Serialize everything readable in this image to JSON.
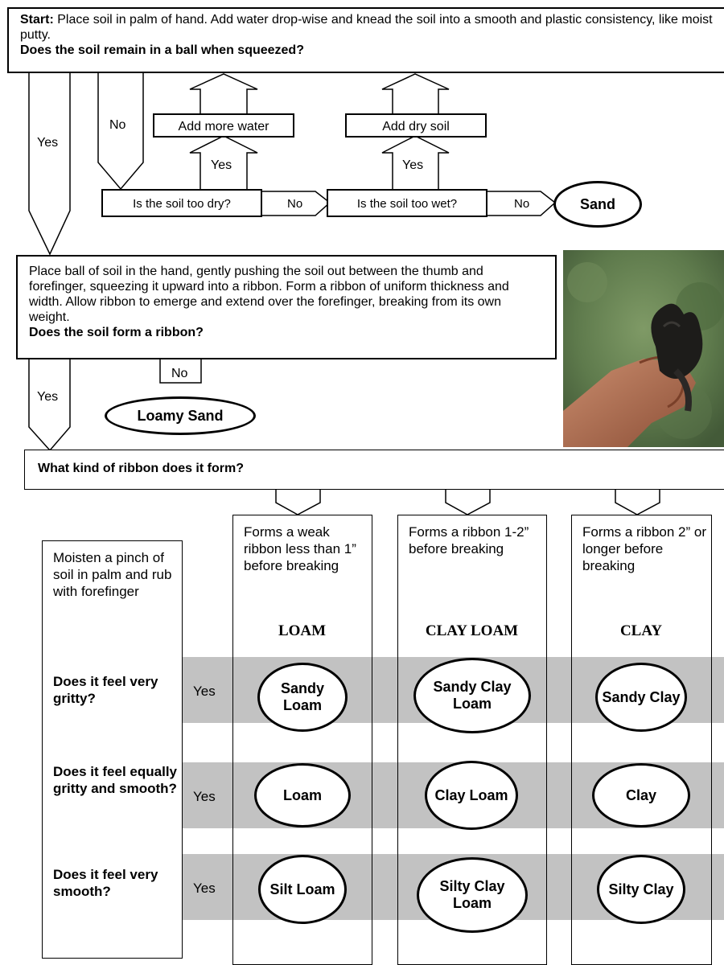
{
  "start": {
    "lead": "Start:",
    "text": " Place soil in palm of hand.  Add water drop-wise and knead the soil into a smooth and plastic consistency, like moist putty.",
    "question": "Does the soil remain in a ball when squeezed?"
  },
  "branch1": {
    "yes": "Yes",
    "no": "No",
    "add_water": "Add more water",
    "add_dry": "Add dry soil",
    "yes_dry": "Yes",
    "yes_wet": "Yes",
    "too_dry": "Is the soil too dry?",
    "no_dry": "No",
    "too_wet": "Is the soil too wet?",
    "no_wet": "No",
    "sand": "Sand"
  },
  "ribbon_step": {
    "text": "Place ball of soil in the hand, gently pushing the soil out between the thumb and forefinger, squeezing it upward into a ribbon.  Form a ribbon of uniform thickness and width.  Allow ribbon to emerge and extend over the forefinger, breaking from its own weight.",
    "question": "Does the soil form a ribbon?",
    "yes": "Yes",
    "no": "No",
    "loamy_sand": "Loamy Sand"
  },
  "ribbon_kind": {
    "question": "What kind of ribbon does it form?"
  },
  "moisten": {
    "text": "Moisten a pinch of soil in palm and rub with forefinger"
  },
  "columns": [
    {
      "desc": "Forms a weak ribbon less than 1” before breaking",
      "name": "LOAM"
    },
    {
      "desc": "Forms a ribbon 1-2” before breaking",
      "name": "CLAY LOAM"
    },
    {
      "desc": "Forms a ribbon 2” or longer before breaking",
      "name": "CLAY"
    }
  ],
  "rows": [
    {
      "question": "Does it feel very gritty?",
      "yes": "Yes",
      "results": [
        "Sandy Loam",
        "Sandy Clay Loam",
        "Sandy Clay"
      ]
    },
    {
      "question": "Does it feel equally gritty and smooth?",
      "yes": "Yes",
      "results": [
        "Loam",
        "Clay Loam",
        "Clay"
      ]
    },
    {
      "question": "Does it feel very smooth?",
      "yes": "Yes",
      "results": [
        "Silt Loam",
        "Silty Clay Loam",
        "Silty Clay"
      ]
    }
  ]
}
